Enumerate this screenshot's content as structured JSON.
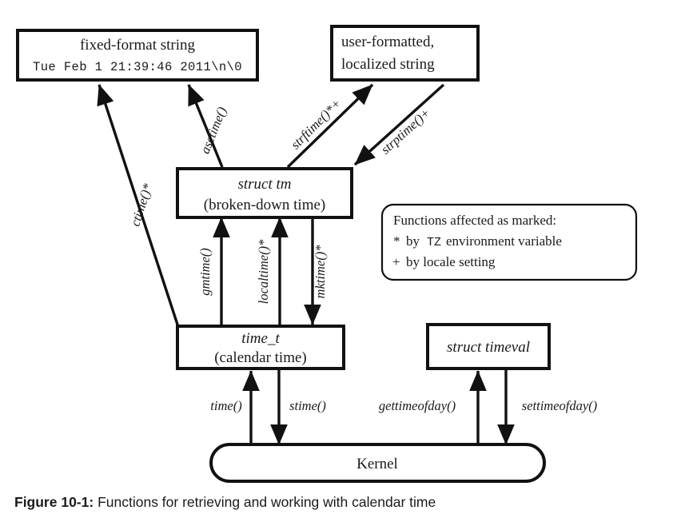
{
  "figure": {
    "caption_label": "Figure 10-1:",
    "caption_text": "Functions for retrieving and working with calendar time"
  },
  "boxes": {
    "fixed_format": {
      "title": "fixed-format string",
      "sample": "Tue Feb  1 21:39:46 2011\\n\\0"
    },
    "user_formatted": {
      "line1": "user-formatted,",
      "line2": "localized string"
    },
    "struct_tm": {
      "title": "struct tm",
      "subtitle": "(broken-down time)"
    },
    "time_t": {
      "title": "time_t",
      "subtitle": "(calendar time)"
    },
    "struct_timeval": {
      "title": "struct timeval"
    },
    "kernel": {
      "title": "Kernel"
    }
  },
  "legend": {
    "heading": "Functions affected as marked:",
    "star_marker": "*",
    "star_prefix": "by",
    "star_mono": "TZ",
    "star_suffix": "environment variable",
    "plus_marker": "+",
    "plus_text": "by locale setting"
  },
  "arrows": {
    "ctime": "ctime()*",
    "asctime": "asctime()",
    "strftime": "strftime()*+",
    "strptime": "strptime()+",
    "gmtime": "gmtime()",
    "localtime": "localtime()*",
    "mktime": "mktime()*",
    "time": "time()",
    "stime": "stime()",
    "gettimeofday": "gettimeofday()",
    "settimeofday": "settimeofday()"
  },
  "colors": {
    "ink": "#1a1a1a",
    "stroke": "#111111",
    "background": "#ffffff"
  }
}
